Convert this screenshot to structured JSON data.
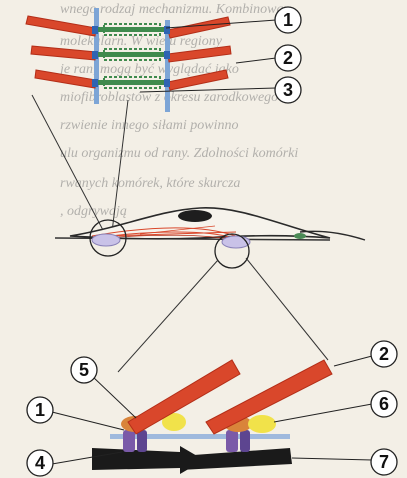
{
  "background_text": [
    "wnego rodzaj mechanizmu. Kombinowan",
    "molekularn. W wielu regiony",
    "je ran, mogą być wyglądać jako",
    "miofibroblastów z okresu zarodkowego",
    "rzwienie innego siłami powinno",
    "ulu organizmu od rany. Zdolności komórki",
    "rwanych komórek, które skurcza",
    ", odgrywają"
  ],
  "callouts": {
    "c1_top": "1",
    "c2_top": "2",
    "c3_top": "3",
    "c5": "5",
    "c2_bottom": "2",
    "c1_bottom": "1",
    "c6": "6",
    "c4": "4",
    "c7": "7"
  },
  "colors": {
    "actin_rod": "#d9472b",
    "actin_dark": "#b32e18",
    "link_blue": "#4a7ec0",
    "myosin_green": "#3f8a4d",
    "cell_outline": "#2a2a2a",
    "vesicle": "#c9c2e8",
    "integrin_purple": "#7a5aa8",
    "adaptor_orange": "#d9843a",
    "yellow_blob": "#f1e24a",
    "matrix_black": "#1a1a1a"
  }
}
